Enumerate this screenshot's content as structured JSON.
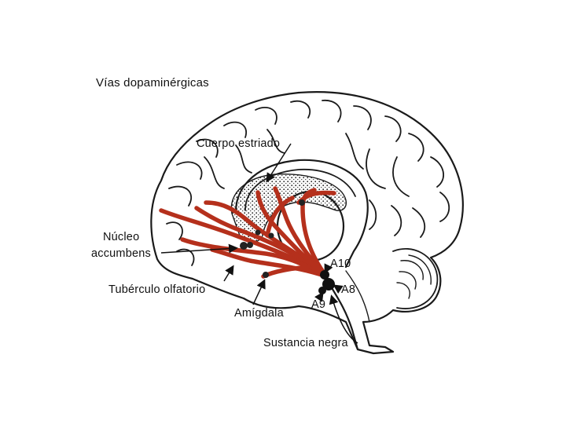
{
  "title": "Vías dopaminérgicas",
  "labels": {
    "striatum": "Cuerpo estriado",
    "nucleus_line1": "Núcleo",
    "nucleus_line2": "accumbens",
    "olfactory": "Tubérculo olfatorio",
    "amygdala": "Amígdala",
    "a10": "A10",
    "a8": "A8",
    "a9": "A9",
    "substantia": "Sustancia negra"
  },
  "colors": {
    "pathway": "#b5301c",
    "outline": "#1a1a1a",
    "background": "#ffffff"
  }
}
